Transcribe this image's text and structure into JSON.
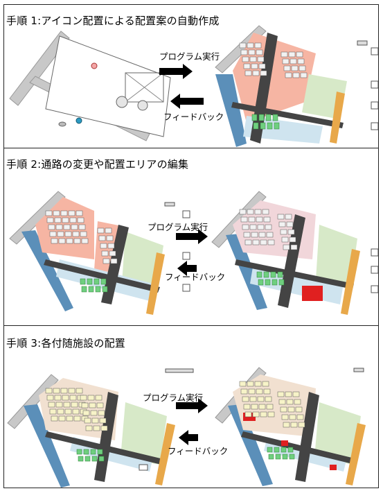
{
  "steps": [
    {
      "title": "手順 1:アイコン配置による配置案の自動作成",
      "program_label": "プログラム実行",
      "feedback_label": "フィードバック"
    },
    {
      "title": "手順 2:通路の変更や配置エリアの編集",
      "program_label": "プログラム実行",
      "feedback_label": "フィードバック"
    },
    {
      "title": "手順 3:各付随施設の配置",
      "program_label": "プログラム実行",
      "feedback_label": "フィードバック"
    }
  ],
  "colors": {
    "road": "#444444",
    "pavement_gray": "#c8c8c8",
    "water_blue": "#5b8fb9",
    "boundary_orange": "#e8a84a",
    "area_pink": "#f6b5a3",
    "area_green": "#d7e9c8",
    "area_blue": "#cfe4ef",
    "unit_green": "#6fcf7f",
    "unit_red": "#e02020",
    "arrow_black": "#000000"
  }
}
